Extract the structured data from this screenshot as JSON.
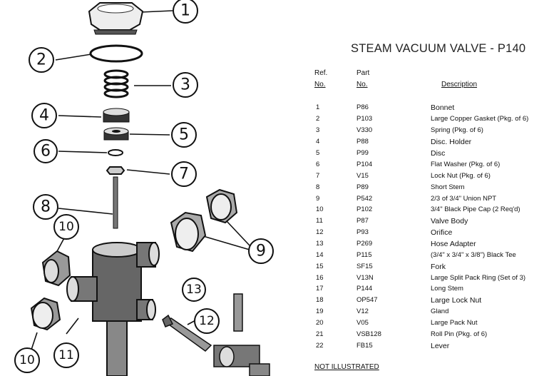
{
  "title": "STEAM VACUUM VALVE - P140",
  "headers": {
    "ref_line1": "Ref.",
    "ref_line2": "No.",
    "part_line1": "Part",
    "part_line2": "No.",
    "description": "Description"
  },
  "parts": [
    {
      "ref": "1",
      "part": "P86",
      "desc": "Bonnet"
    },
    {
      "ref": "2",
      "part": "P103",
      "desc": "Large Copper Gasket (Pkg. of 6)"
    },
    {
      "ref": "3",
      "part": "V330",
      "desc": "Spring (Pkg. of 6)"
    },
    {
      "ref": "4",
      "part": "P88",
      "desc": "Disc. Holder"
    },
    {
      "ref": "5",
      "part": "P99",
      "desc": "Disc"
    },
    {
      "ref": "6",
      "part": "P104",
      "desc": "Flat Washer (Pkg. of 6)"
    },
    {
      "ref": "7",
      "part": "V15",
      "desc": "Lock Nut (Pkg. of 6)"
    },
    {
      "ref": "8",
      "part": "P89",
      "desc": "Short Stem"
    },
    {
      "ref": "9",
      "part": "P542",
      "desc": "2/3 of 3/4\" Union NPT"
    },
    {
      "ref": "10",
      "part": "P102",
      "desc": "3/4\" Black Pipe Cap (2 Req'd)"
    },
    {
      "ref": "11",
      "part": "P87",
      "desc": "Valve Body"
    },
    {
      "ref": "12",
      "part": "P93",
      "desc": "Orifice"
    },
    {
      "ref": "13",
      "part": "P269",
      "desc": "Hose Adapter"
    },
    {
      "ref": "14",
      "part": "P115",
      "desc": "(3/4\" x 3/4\" x 3/8\") Black Tee"
    },
    {
      "ref": "15",
      "part": "SF15",
      "desc": "Fork"
    },
    {
      "ref": "16",
      "part": "V13N",
      "desc": "Large Split Pack Ring (Set of 3)"
    },
    {
      "ref": "17",
      "part": "P144",
      "desc": "Long Stem"
    },
    {
      "ref": "18",
      "part": "OP547",
      "desc": "Large Lock Nut"
    },
    {
      "ref": "19",
      "part": "V12",
      "desc": "Gland"
    },
    {
      "ref": "20",
      "part": "V05",
      "desc": "Large Pack Nut"
    },
    {
      "ref": "21",
      "part": "VSB128",
      "desc": "Roll Pin (Pkg. of 6)"
    },
    {
      "ref": "22",
      "part": "FB15",
      "desc": "Lever"
    }
  ],
  "footer": "NOT ILLUSTRATED",
  "callouts": [
    "1",
    "2",
    "3",
    "4",
    "5",
    "6",
    "7",
    "8",
    "9",
    "10",
    "11",
    "12",
    "13",
    "10"
  ]
}
